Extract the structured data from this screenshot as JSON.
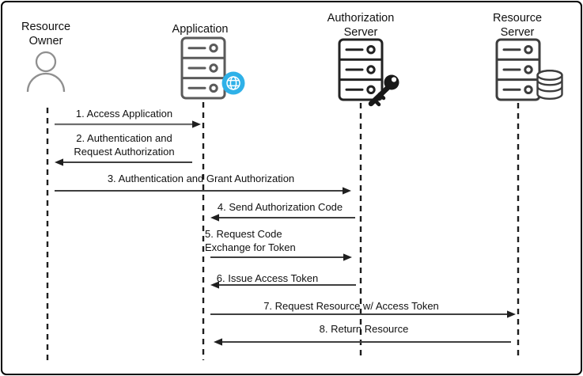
{
  "diagram_type": "sequence",
  "actors": [
    {
      "id": "resource-owner",
      "name": "Resource Owner",
      "name_lines": [
        "Resource",
        "Owner"
      ],
      "icon": "person-icon"
    },
    {
      "id": "application",
      "name": "Application",
      "name_lines": [
        "Application"
      ],
      "icon": "server-icon",
      "badge": "globe-icon"
    },
    {
      "id": "authorization-server",
      "name": "Authorization Server",
      "name_lines": [
        "Authorization",
        "Server"
      ],
      "icon": "server-icon",
      "badge": "key-icon"
    },
    {
      "id": "resource-server",
      "name": "Resource Server",
      "name_lines": [
        "Resource",
        "Server"
      ],
      "icon": "server-icon",
      "badge": "database-icon"
    }
  ],
  "messages": [
    {
      "step": 1,
      "text": "1. Access Application",
      "lines": [
        "1. Access Application"
      ],
      "from": "resource-owner",
      "to": "application",
      "direction": "right"
    },
    {
      "step": 2,
      "text": "2. Authentication and Request Authorization",
      "lines": [
        "2. Authentication and",
        "Request Authorization"
      ],
      "from": "application",
      "to": "resource-owner",
      "direction": "left"
    },
    {
      "step": 3,
      "text": "3. Authentication and Grant Authorization",
      "lines": [
        "3. Authentication and Grant Authorization"
      ],
      "from": "resource-owner",
      "to": "authorization-server",
      "direction": "right"
    },
    {
      "step": 4,
      "text": "4. Send Authorization Code",
      "lines": [
        "4. Send Authorization Code"
      ],
      "from": "authorization-server",
      "to": "application",
      "direction": "left"
    },
    {
      "step": 5,
      "text": "5. Request Code Exchange for Token",
      "lines": [
        "5. Request Code",
        "Exchange for Token"
      ],
      "from": "application",
      "to": "authorization-server",
      "direction": "right"
    },
    {
      "step": 6,
      "text": "6. Issue Access Token",
      "lines": [
        "6. Issue Access Token"
      ],
      "from": "authorization-server",
      "to": "application",
      "direction": "left"
    },
    {
      "step": 7,
      "text": "7. Request Resource w/ Access Token",
      "lines": [
        "7. Request Resource w/ Access Token"
      ],
      "from": "application",
      "to": "resource-server",
      "direction": "right"
    },
    {
      "step": 8,
      "text": "8. Return Resource",
      "lines": [
        "8. Return Resource"
      ],
      "from": "resource-server",
      "to": "application",
      "direction": "left"
    }
  ],
  "colors": {
    "background": "#ffffff",
    "border": "#000000",
    "text": "#101010",
    "lifeline": "#1d1d1d",
    "arrow": "#3f3f3f",
    "person_icon": "#8f8f8f",
    "application_server_icon": "#5a5a5a",
    "authorization_server_icon": "#222222",
    "resource_server_icon": "#3d3d3d",
    "globe_badge": "#2fb1e8",
    "key_badge": "#181818",
    "database_badge": "#3d3d3d"
  }
}
